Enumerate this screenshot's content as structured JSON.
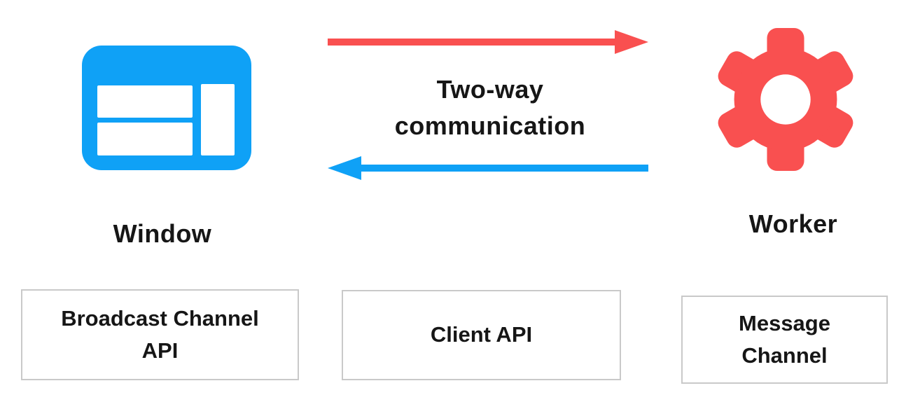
{
  "diagram": {
    "title": "Two-way communication",
    "background_color": "#ffffff",
    "text_color": "#161616",
    "box_border_color": "#c9c9c9",
    "nodes": {
      "window": {
        "label": "Window",
        "icon": "browser-window-icon",
        "color": "#0FA1F6"
      },
      "worker": {
        "label": "Worker",
        "icon": "gear-icon",
        "color": "#F95050"
      }
    },
    "arrows": {
      "window_to_worker": {
        "direction": "right",
        "color": "#F95050"
      },
      "worker_to_window": {
        "direction": "left",
        "color": "#0FA1F6"
      }
    },
    "api_boxes": [
      {
        "label": "Broadcast Channel API"
      },
      {
        "label": "Client API"
      },
      {
        "label": "Message Channel"
      }
    ]
  }
}
